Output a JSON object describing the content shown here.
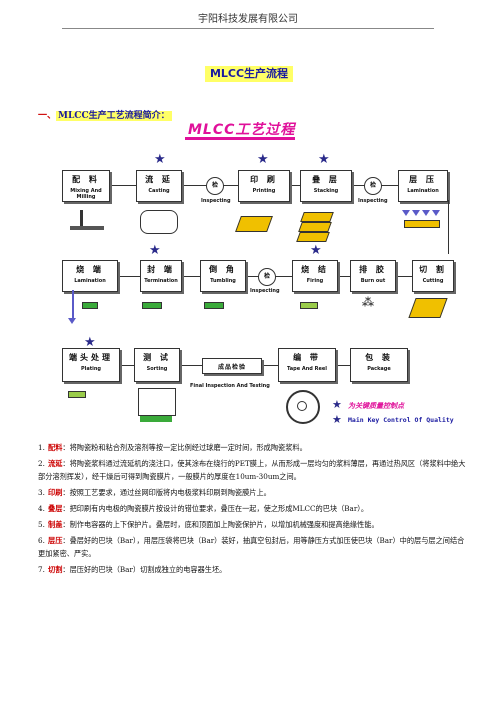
{
  "header": "宇阳科技发展有限公司",
  "title": "MLCC生产流程",
  "section1": {
    "prefix": "一、",
    "label": "MLCC生产工艺流程简介："
  },
  "diagram_title": "MLCC工艺过程",
  "row1": [
    {
      "zh": "配  料",
      "en": "Mixing And Milling"
    },
    {
      "zh": "流  延",
      "en": "Casting"
    },
    {
      "zh": "印  刷",
      "en": "Printing"
    },
    {
      "zh": "叠  层",
      "en": "Stacking"
    },
    {
      "zh": "层  压",
      "en": "Lamination"
    }
  ],
  "row2": [
    {
      "zh": "烧  端",
      "en": "Lamination"
    },
    {
      "zh": "封  端",
      "en": "Termination"
    },
    {
      "zh": "倒  角",
      "en": "Tumbling"
    },
    {
      "zh": "烧  结",
      "en": "Firing"
    },
    {
      "zh": "排  胶",
      "en": "Burn out"
    },
    {
      "zh": "切  割",
      "en": "Cutting"
    }
  ],
  "row3": [
    {
      "zh": "端头处理",
      "en": "Plating"
    },
    {
      "zh": "测  试",
      "en": "Sorting"
    },
    {
      "zh": "成品检验",
      "en": ""
    },
    {
      "zh": "编  带",
      "en": "Tape And Reel"
    },
    {
      "zh": "包  装",
      "en": "Package"
    }
  ],
  "inspect": {
    "glyph": "检",
    "label": "Inspecting"
  },
  "final_inspection": "Final Inspection And Testing",
  "legend": {
    "zh": "为关键质量控制点",
    "en": "Main Key Control Of Quality"
  },
  "steps": [
    {
      "num": "1.",
      "key": "配料",
      "text": "：将陶瓷粉和粘合剂及溶剂等按一定比例经过球磨一定时间，形成陶瓷浆料。"
    },
    {
      "num": "2.",
      "key": "流延",
      "text": "：将陶瓷浆料通过流延机的浇注口，使其涂布在绕行的PET膜上，从而形成一层均匀的浆料薄层，再通过热风区（将浆料中绝大部分溶剂挥发），经干燥后可得到陶瓷膜片，一般膜片的厚度在10um-30um之间。"
    },
    {
      "num": "3.",
      "key": "印刷",
      "text": "：按照工艺要求，通过丝网印版将内电极浆料印刷到陶瓷膜片上。"
    },
    {
      "num": "4.",
      "key": "叠层",
      "text": "：把印刷有内电极的陶瓷膜片按设计的错位要求，叠压在一起，使之形成MLCC的巴块（Bar）。"
    },
    {
      "num": "5.",
      "key": "制盖",
      "text": "：制作电容器的上下保护片。叠层时，底和顶面加上陶瓷保护片，以增加机械强度和提高绝缘性能。"
    },
    {
      "num": "6.",
      "key": "层压",
      "text": "：叠层好的巴块（Bar），用层压袋将巴块（Bar）装好，抽真空包封后，用等静压方式加压使巴块（Bar）中的层与层之间结合更加紧密、严实。"
    },
    {
      "num": "7.",
      "key": "切割",
      "text": "：层压好的巴块（Bar）切割成独立的电容器生坯。"
    }
  ]
}
